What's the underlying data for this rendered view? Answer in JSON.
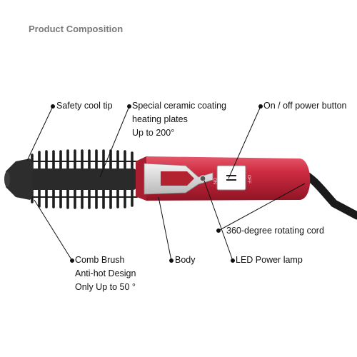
{
  "title": "Product Composition",
  "labels": {
    "safety_tip": "Safety cool tip",
    "ceramic_line1": "Special ceramic coating",
    "ceramic_line2": "heating plates",
    "ceramic_line3": "Up to 200°",
    "power_button": "On / off power button",
    "rotating_cord": "360-degree rotating cord",
    "comb_line1": "Comb Brush",
    "comb_line2": "Anti-hot Design",
    "comb_line3": "Only Up to 50 °",
    "body": "Body",
    "led": "LED Power lamp"
  },
  "switch": {
    "on": "ON",
    "off": "OFF"
  },
  "colors": {
    "body": "#c8293c",
    "brush": "#1c1c1c",
    "text": "#111111",
    "title": "#7a7a7a"
  }
}
